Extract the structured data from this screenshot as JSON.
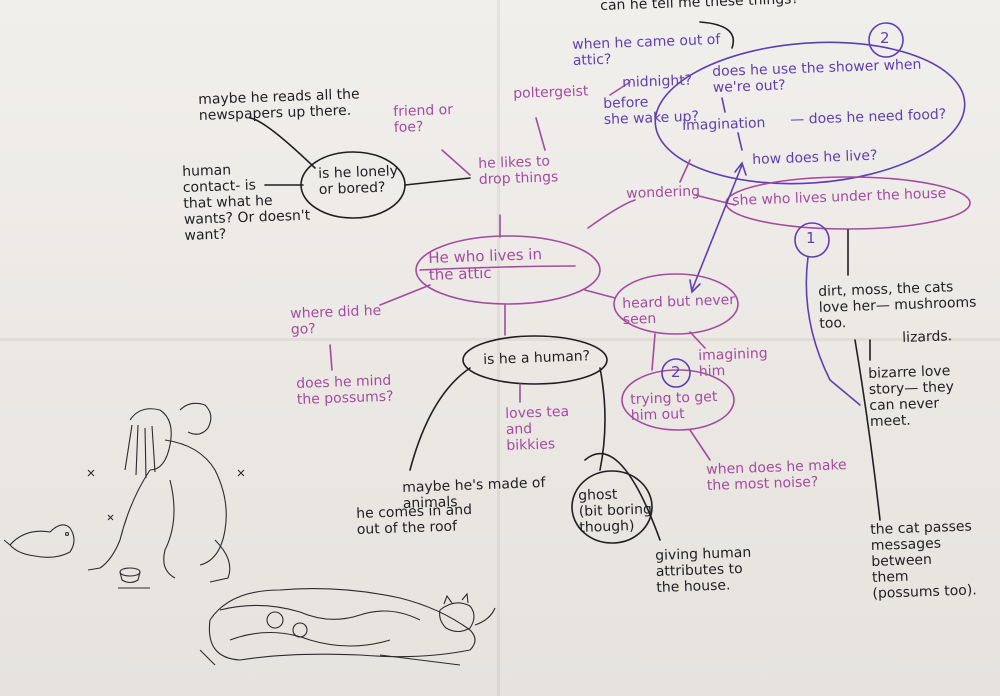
{
  "colors": {
    "pink": "#a44ba0",
    "purple": "#5e3fb0",
    "black": "#1f1f22",
    "paper": "#efece8"
  },
  "center": "He who lives in\nthe attic",
  "nodes": {
    "can_tell": "can he tell me these things?",
    "when_out": "when he came out of\nattic?",
    "midnight": "midnight?",
    "before_wake": "before\nshe wake up?",
    "poltergeist": "poltergeist",
    "newspapers": "maybe he reads all the\nnewspapers up there.",
    "friend_foe": "friend or\nfoe?",
    "lonely": "is he lonely\nor bored?",
    "human_contact": "human\ncontact- is\nthat what he\nwants? Or doesn't\nwant?",
    "drop_things": "he likes to\ndrop things",
    "shower": "does he use the shower when\nwe're out?",
    "imagination": "imagination",
    "food": "— does he need food?",
    "how_live": "how does he live?",
    "wondering": "wondering",
    "she_under": "she who lives under the house",
    "badge_top": "2",
    "badge_mid": "2",
    "badge_right": "1",
    "dirt": "dirt, moss, the cats\nlove her— mushrooms\ntoo.",
    "lizards": "lizards.",
    "bizarre": "bizarre love\nstory— they\ncan never\nmeet.",
    "cat_passes": "the cat passes\nmessages between\nthem\n(possums too).",
    "where_go": "where did he\ngo?",
    "possums": "does he mind\nthe possums?",
    "heard": "heard but never\nseen",
    "imagining": "imagining\nhim",
    "trying": "trying to get\nhim out",
    "noise": "when does he make\nthe most noise?",
    "is_human": "is he a human?",
    "tea": "loves tea\nand\nbikkies",
    "animals": "maybe he's made of\nanimals",
    "roof": "he comes in and\nout of the roof",
    "ghost": "ghost\n(bit boring\nthough)",
    "attributes": "giving human\nattributes to\nthe house."
  }
}
